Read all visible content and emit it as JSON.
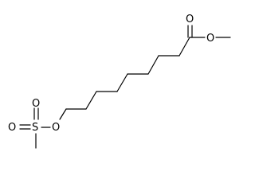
{
  "molecule": {
    "atoms": {
      "carbonyl_oxygen": "O",
      "ester_oxygen": "O",
      "sulfonate_oxygen": "O",
      "sulfur": "S",
      "sulfonyl_oxygen_left": "O",
      "sulfonyl_oxygen_bottom": "O"
    }
  }
}
